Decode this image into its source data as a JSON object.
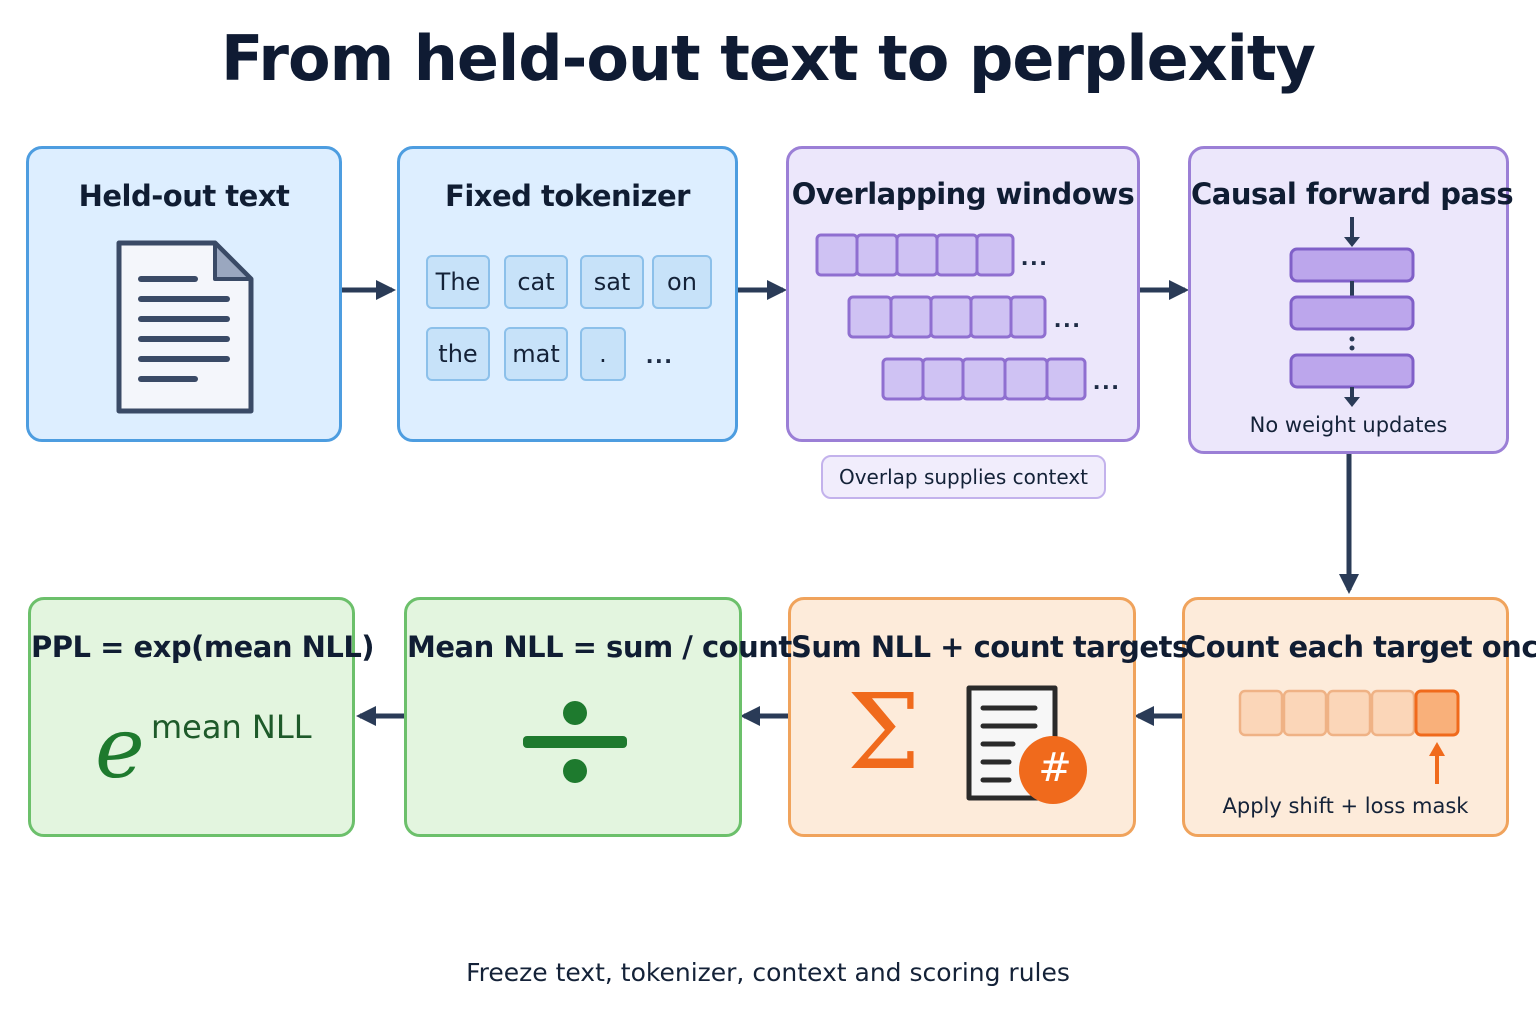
{
  "title": "From held-out text to perplexity",
  "boxes": {
    "held_out": {
      "title": "Held-out text",
      "icon": "document-icon"
    },
    "tokenizer": {
      "title": "Fixed tokenizer",
      "tokens_row1": [
        "The",
        "cat",
        "sat",
        "on"
      ],
      "tokens_row2": [
        "the",
        "mat",
        "."
      ],
      "ellipsis": "..."
    },
    "windows": {
      "title": "Overlapping windows",
      "ellipsis": "...",
      "note": "Overlap supplies context"
    },
    "forward": {
      "title": "Causal forward pass",
      "note": "No weight updates"
    },
    "count_once": {
      "title": "Count each target once",
      "note": "Apply shift + loss mask"
    },
    "sum_nll": {
      "title": "Sum NLL + count targets",
      "sigma": "Σ",
      "hash": "#"
    },
    "mean_nll": {
      "title": "Mean NLL = sum / count"
    },
    "ppl": {
      "title": "PPL = exp(mean NLL)",
      "base": "e",
      "exponent": "mean NLL"
    }
  },
  "footer": "Freeze text, tokenizer, context and scoring rules",
  "colors": {
    "blue_fill": "#ddeeff",
    "blue_border": "#4d9de0",
    "purple_fill": "#ece7fb",
    "purple_border": "#9b7fd6",
    "orange_fill": "#fdebda",
    "orange_border": "#f0a35c",
    "orange_accent": "#f06a1c",
    "green_fill": "#e3f5df",
    "green_border": "#6cc06b",
    "green_accent": "#1e7a2e",
    "arrow": "#2a3b57"
  }
}
